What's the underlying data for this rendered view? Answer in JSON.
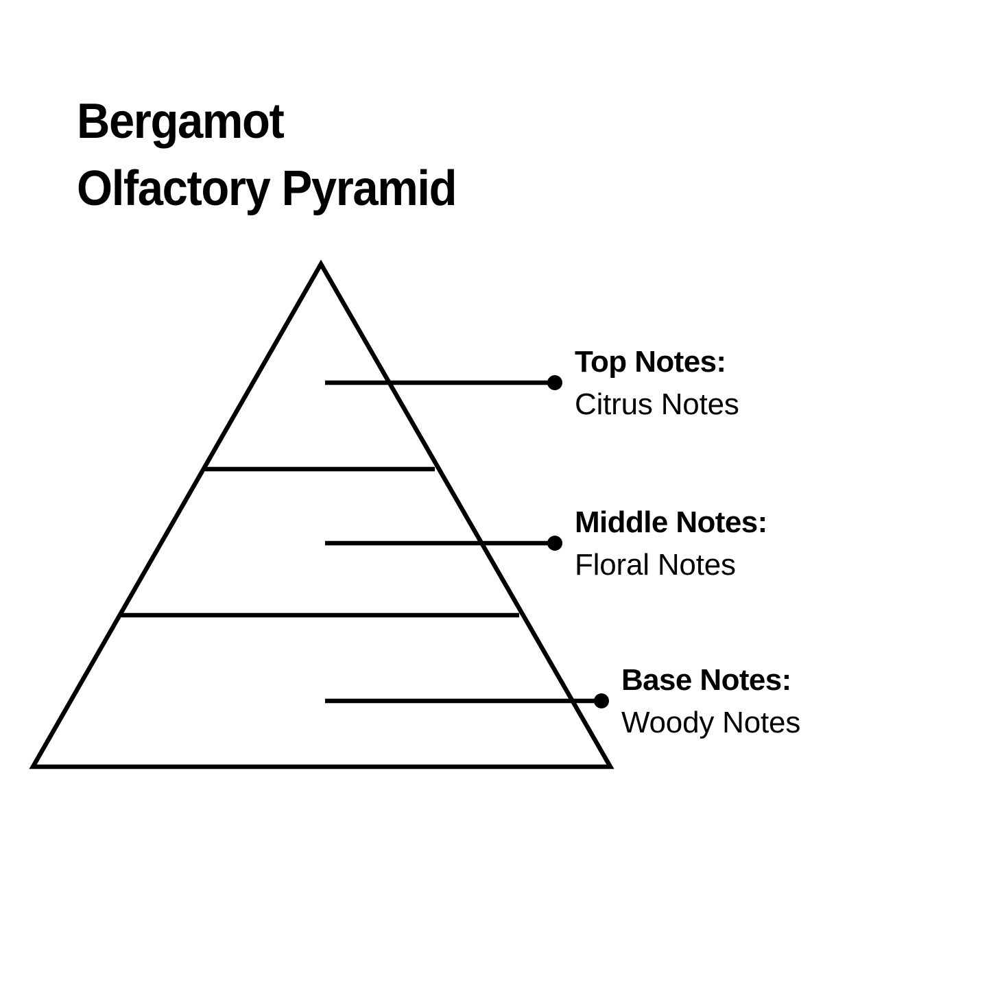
{
  "title": {
    "line1": "Bergamot",
    "line2": "Olfactory Pyramid"
  },
  "colors": {
    "background": "#ffffff",
    "stroke": "#000000",
    "text": "#000000"
  },
  "chart_data": {
    "type": "pyramid",
    "title": "Bergamot Olfactory Pyramid",
    "subject": "Bergamot",
    "diagram": "Olfactory Pyramid",
    "levels": [
      {
        "label": "Top Notes:",
        "value": "Citrus Notes",
        "position": "top"
      },
      {
        "label": "Middle Notes:",
        "value": "Floral Notes",
        "position": "middle"
      },
      {
        "label": "Base Notes:",
        "value": "Woody Notes",
        "position": "base"
      }
    ],
    "legend": "none",
    "grid": false
  },
  "callouts": {
    "top": {
      "label": "Top Notes:",
      "value": "Citrus Notes"
    },
    "middle": {
      "label": "Middle Notes:",
      "value": "Floral Notes"
    },
    "base": {
      "label": "Base Notes:",
      "value": "Woody Notes"
    }
  }
}
